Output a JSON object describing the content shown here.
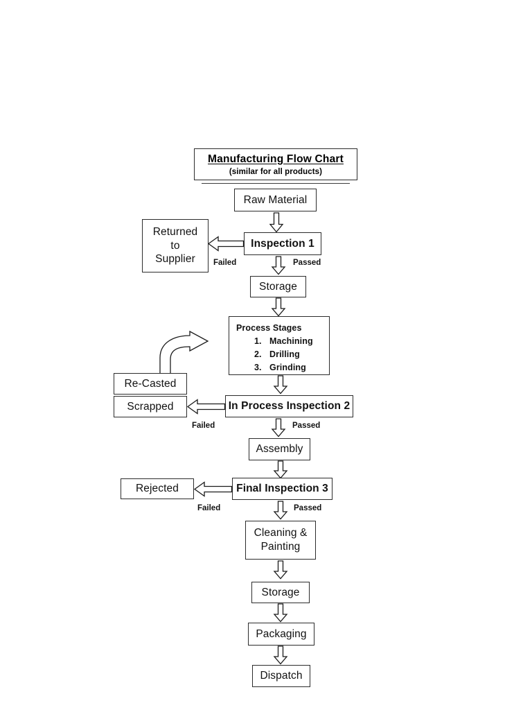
{
  "document": {
    "type": "flowchart",
    "title": "Manufacturing Flow Chart",
    "subtitle": "(similar for all products)"
  },
  "nodes": {
    "raw_material": "Raw Material",
    "inspection_1": "Inspection 1",
    "returned_to_supplier_line1": "Returned",
    "returned_to_supplier_line2": "to",
    "returned_to_supplier_line3": "Supplier",
    "storage_1": "Storage",
    "process_stages_heading": "Process Stages",
    "process_stage_1_num": "1.",
    "process_stage_1": "Machining",
    "process_stage_2_num": "2.",
    "process_stage_2": "Drilling",
    "process_stage_3_num": "3.",
    "process_stage_3": "Grinding",
    "re_casted": "Re-Casted",
    "scrapped": "Scrapped",
    "in_process_inspection_2": "In Process Inspection 2",
    "assembly": "Assembly",
    "rejected": "Rejected",
    "final_inspection_3": "Final Inspection 3",
    "cleaning_painting_line1": "Cleaning &",
    "cleaning_painting_line2": "Painting",
    "storage_2": "Storage",
    "packaging": "Packaging",
    "dispatch": "Dispatch"
  },
  "edge_labels": {
    "failed_1": "Failed",
    "passed_1": "Passed",
    "failed_2": "Failed",
    "passed_2": "Passed",
    "failed_3": "Failed",
    "passed_3": "Passed"
  },
  "colors": {
    "border": "#2b2b2b",
    "arrow_stroke": "#1a1a1a",
    "arrow_fill": "#ffffff",
    "text": "#111111",
    "background": "#ffffff"
  }
}
